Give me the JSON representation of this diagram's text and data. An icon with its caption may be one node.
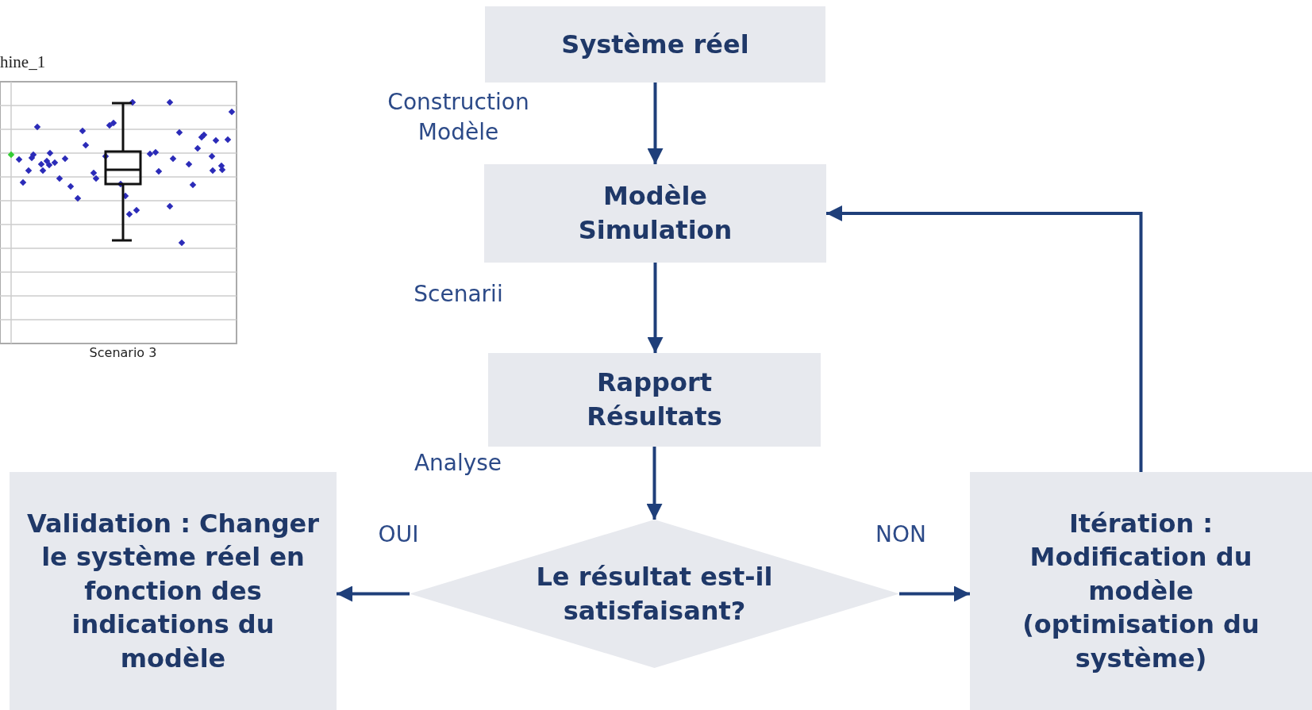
{
  "diagram": {
    "nodes": [
      {
        "text": [
          "Système réel"
        ]
      },
      {
        "text": [
          "Modèle Simulation"
        ]
      },
      {
        "text": [
          "Rapport Résultats"
        ]
      },
      {
        "text": [
          "Le résultat est-il satisfaisant?"
        ]
      },
      {
        "text": [
          "Validation : Changer le système réel en fonction des indications du modèle"
        ]
      },
      {
        "text": [
          "Itération : Modification du modèle (optimisation du système)"
        ]
      }
    ],
    "edges": [
      {
        "from": 0,
        "to": 1,
        "arrow": "to"
      },
      {
        "from": 1,
        "to": 2,
        "arrow": "to"
      },
      {
        "from": 2,
        "to": 3,
        "arrow": "to"
      },
      {
        "from": 3,
        "to": 4,
        "arrow": "to",
        "label": "OUI"
      },
      {
        "from": 3,
        "to": 5,
        "arrow": "to",
        "label": "NON"
      },
      {
        "from": 5,
        "to": 1,
        "arrow": "to"
      }
    ],
    "labels": [
      "hine_1",
      "Construction Modèle",
      "Scenarii",
      "Scenario 3",
      "Analyse"
    ]
  }
}
